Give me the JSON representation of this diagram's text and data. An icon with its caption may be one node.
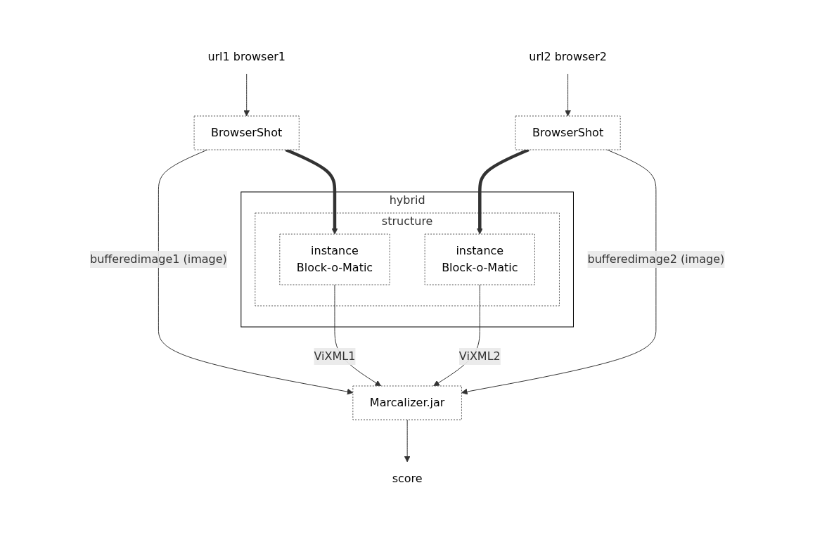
{
  "diagram": {
    "nodes": [
      {
        "text": [
          "url1 browser1"
        ]
      },
      {
        "text": [
          "url2 browser2"
        ]
      },
      {
        "text": [
          "BrowserShot"
        ]
      },
      {
        "text": [
          "BrowserShot"
        ]
      },
      {
        "text": [
          "hybrid"
        ]
      },
      {
        "text": [
          "structure"
        ],
        "in": 4
      },
      {
        "text": [
          "instance",
          "Block-o-Matic"
        ],
        "in": 5
      },
      {
        "text": [
          "instance",
          "Block-o-Matic"
        ],
        "in": 5
      },
      {
        "text": [
          "Marcalizer.jar"
        ]
      },
      {
        "text": [
          "score"
        ]
      }
    ],
    "edges": [
      {
        "from": 0,
        "to": 2,
        "arrow": "to"
      },
      {
        "from": 1,
        "to": 3,
        "arrow": "to"
      },
      {
        "from": 2,
        "to": 6,
        "arrow": "to",
        "style": "thick"
      },
      {
        "from": 3,
        "to": 7,
        "arrow": "to",
        "style": "thick"
      },
      {
        "from": 2,
        "to": 8,
        "label": "bufferedimage1 (image)",
        "arrow": "to"
      },
      {
        "from": 6,
        "to": 8,
        "label": "ViXML1",
        "arrow": "to"
      },
      {
        "from": 7,
        "to": 8,
        "label": "ViXML2",
        "arrow": "to"
      },
      {
        "from": 3,
        "to": 8,
        "label": "bufferedimage2 (image)",
        "arrow": "to"
      },
      {
        "from": 8,
        "to": 9,
        "arrow": "to"
      }
    ]
  }
}
